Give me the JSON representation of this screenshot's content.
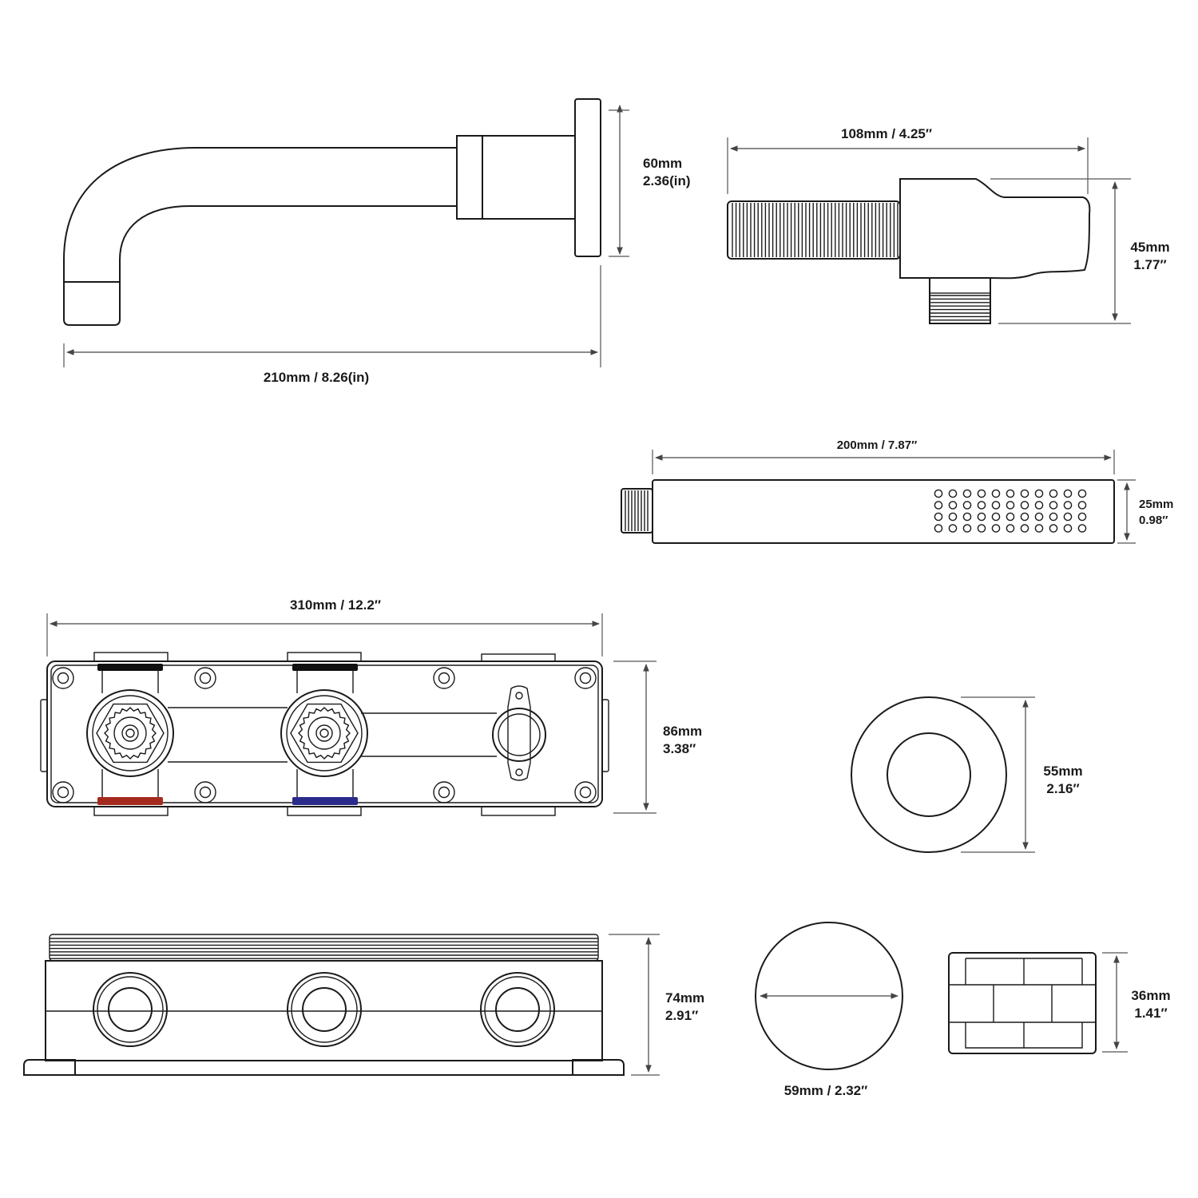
{
  "colors": {
    "line": "#1a1a1a",
    "hot_marker": "#a52a1e",
    "cold_marker": "#2b2b8c",
    "black_marker": "#111111"
  },
  "parts": {
    "spout": {
      "length": "210mm / 8.26(in)",
      "height_mm": "60mm",
      "height_in": "2.36(in)"
    },
    "hose_connector": {
      "length": "108mm / 4.25″",
      "height_mm": "45mm",
      "height_in": "1.77″"
    },
    "hand_shower": {
      "length": "200mm / 7.87″",
      "height_mm": "25mm",
      "height_in": "0.98″"
    },
    "valve_body_front": {
      "length": "310mm / 12.2″",
      "height_mm": "86mm",
      "height_in": "3.38″"
    },
    "escutcheon": {
      "height_mm": "55mm",
      "height_in": "2.16″"
    },
    "valve_body_side": {
      "height_mm": "74mm",
      "height_in": "2.91″"
    },
    "round_cover": {
      "diameter": "59mm / 2.32″"
    },
    "handle": {
      "height_mm": "36mm",
      "height_in": "1.41″"
    }
  }
}
